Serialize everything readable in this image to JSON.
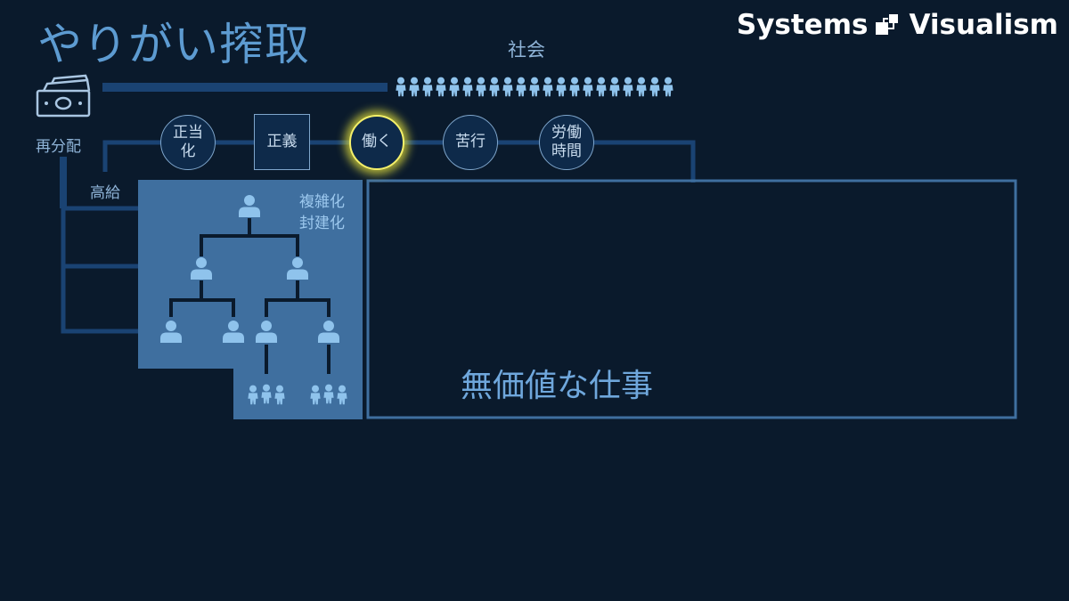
{
  "title": "やりがい搾取",
  "brand": {
    "left": "Systems",
    "right": "Visualism"
  },
  "society_label": "社会",
  "redistribution_label": "再分配",
  "high_salary_label": "高給",
  "complexity_label_1": "複雑化",
  "complexity_label_2": "封建化",
  "useless_work_label": "無価値な仕事",
  "chain_nodes": [
    {
      "label_1": "正当",
      "label_2": "化",
      "shape": "circle"
    },
    {
      "label_1": "正義",
      "label_2": "",
      "shape": "square"
    },
    {
      "label_1": "働く",
      "label_2": "",
      "shape": "circle",
      "highlighted": true
    },
    {
      "label_1": "苦行",
      "label_2": "",
      "shape": "circle"
    },
    {
      "label_1": "労働",
      "label_2": "時間",
      "shape": "circle"
    }
  ],
  "colors": {
    "background": "#0a1a2c",
    "accent": "#5d9bd1",
    "highlight": "#f4f06a",
    "line": "#1a4373",
    "hierarchy_panel": "#3f6f9f"
  },
  "icons": [
    "money-icon",
    "person-icon",
    "crowd-icon",
    "systems-visualism-logo"
  ]
}
